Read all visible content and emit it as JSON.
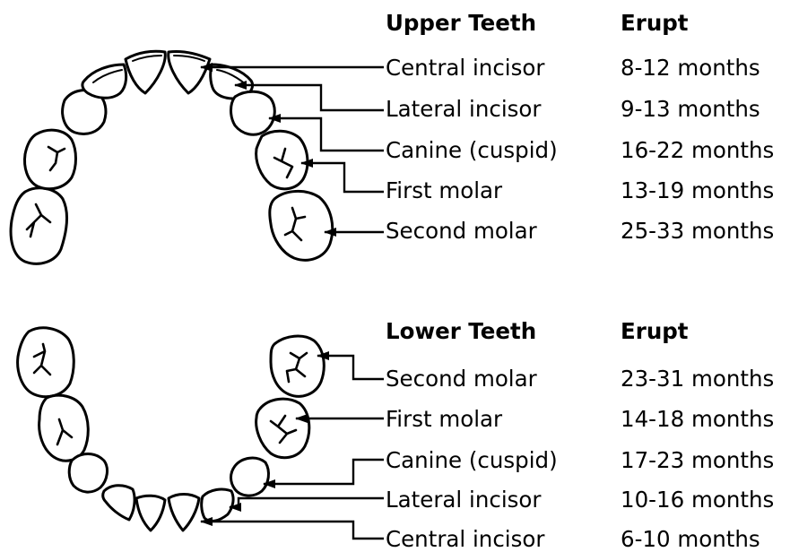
{
  "upper": {
    "heading": "Upper Teeth",
    "erupt_heading": "Erupt",
    "rows": [
      {
        "tooth": "Central incisor",
        "erupt": "8-12 months"
      },
      {
        "tooth": "Lateral incisor",
        "erupt": "9-13 months"
      },
      {
        "tooth": "Canine (cuspid)",
        "erupt": "16-22 months"
      },
      {
        "tooth": "First molar",
        "erupt": "13-19 months"
      },
      {
        "tooth": "Second molar",
        "erupt": "25-33 months"
      }
    ]
  },
  "lower": {
    "heading": "Lower Teeth",
    "erupt_heading": "Erupt",
    "rows": [
      {
        "tooth": "Second molar",
        "erupt": "23-31 months"
      },
      {
        "tooth": "First molar",
        "erupt": "14-18 months"
      },
      {
        "tooth": "Canine (cuspid)",
        "erupt": "17-23 months"
      },
      {
        "tooth": "Lateral incisor",
        "erupt": "10-16 months"
      },
      {
        "tooth": "Central incisor",
        "erupt": "6-10 months"
      }
    ]
  }
}
